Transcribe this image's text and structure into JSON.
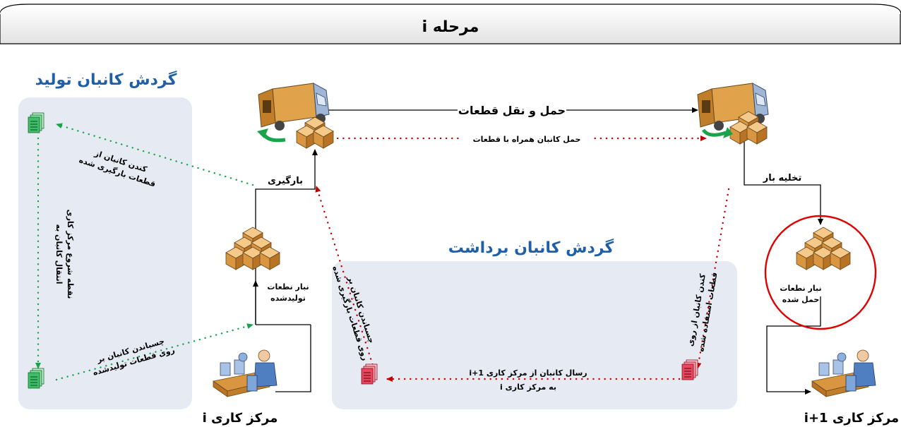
{
  "header": {
    "title": "مرحله i"
  },
  "production_loop": {
    "title": "گردش کانبان تولید",
    "note_remove": [
      "کندن کانبان از",
      "قطعات بارگیری شده"
    ],
    "note_transfer": [
      "انتقال کانبان به",
      "نقطه شروع مرکز کاری"
    ],
    "note_attach": [
      "چسباندن کانبان بر",
      "روی قطعات تولیدشده"
    ]
  },
  "withdrawal_loop": {
    "title": "گردش کانبان برداشت",
    "note_attach": [
      "چسباندن کانبان بر",
      "روی قطعات بارگیری شده"
    ],
    "note_remove": [
      "کندن کانبان از روی",
      "قطعات استفاده شده"
    ],
    "note_send": [
      "رسال کانبان از مرکز کاری i+1",
      "به مرکز کاری i"
    ]
  },
  "flow": {
    "transport_label": "حمل و نقل قطعات",
    "carry_label": "حمل کانبان همراه با قطعات",
    "loading_label": "بارگیری",
    "unloading_label": "تخلیه بار",
    "stock_produced": [
      "نبار نطعات",
      "تولیدشده"
    ],
    "stock_received": [
      "نبار نطعات",
      "حمل شده"
    ]
  },
  "workcenters": {
    "left_label": "مرکز کاری i",
    "right_label": "مرکز کاری i+1"
  },
  "colors": {
    "production_dots": "#1aa34a",
    "withdrawal_dots": "#c00000",
    "title_blue": "#1f5fa8",
    "highlight_circle": "#e00000",
    "panel_fill": "#e6ebf3"
  }
}
